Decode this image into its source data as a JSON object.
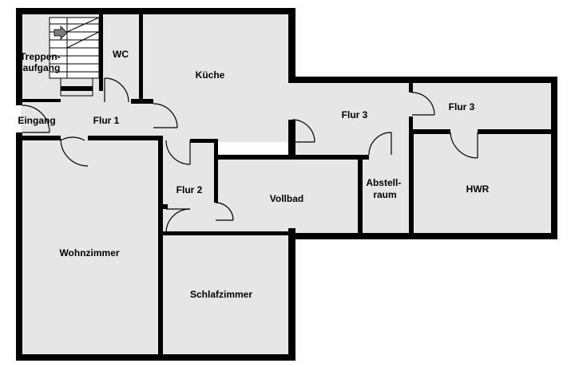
{
  "rooms": {
    "treppenaufgang": [
      "Treppen-",
      "aufgang"
    ],
    "wc": "WC",
    "kueche": "Küche",
    "eingang": "Eingang",
    "flur1": "Flur 1",
    "flur3_left": "Flur 3",
    "flur3_right": "Flur 3",
    "flur2": "Flur 2",
    "vollbad": "Vollbad",
    "abstellraum": [
      "Abstell-",
      "raum"
    ],
    "hwr": "HWR",
    "wohnzimmer": "Wohnzimmer",
    "schlafzimmer": "Schlafzimmer"
  },
  "colors": {
    "room_fill": "#e6e6e6",
    "wall": "#000000",
    "background": "#ffffff"
  },
  "icons": {
    "stair_arrow": "arrow-right-icon"
  }
}
